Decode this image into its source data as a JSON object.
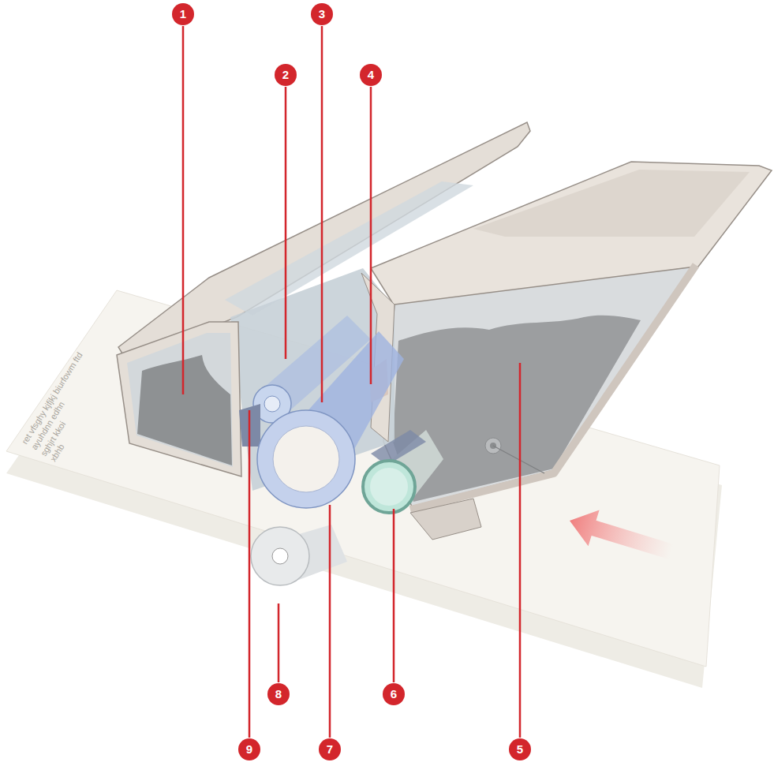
{
  "diagram": {
    "labels": [
      "1",
      "2",
      "3",
      "4",
      "5",
      "6",
      "7",
      "8",
      "9",
      "ret vfsghy kjfjkj biurfowm ftd",
      "ayuhdnn edhn",
      "sghjrt kkoi",
      "xbhb"
    ]
  }
}
